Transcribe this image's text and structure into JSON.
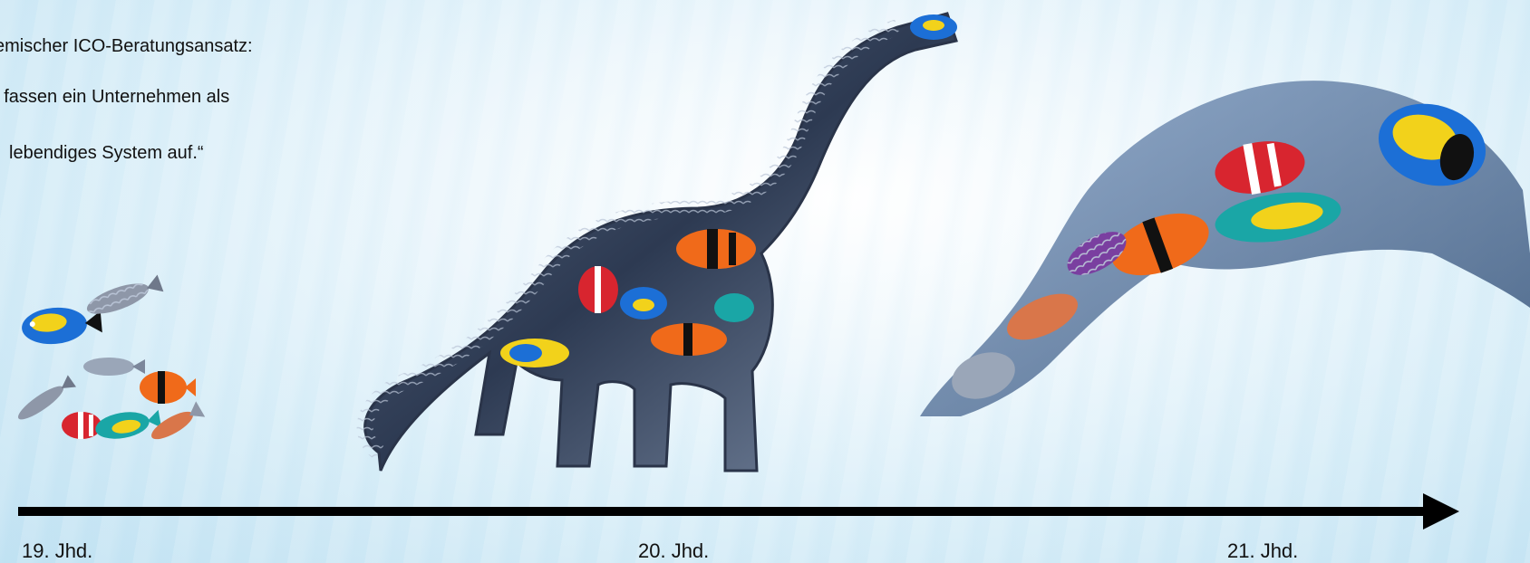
{
  "quote": {
    "line1": "emischer ICO-Beratungsansatz:",
    "line2": "r fassen ein Unternehmen als",
    "line3": "lebendiges System auf.“"
  },
  "timeline": {
    "labels": [
      "19. Jhd.",
      "20. Jhd.",
      "21. Jhd."
    ]
  },
  "colors": {
    "arrow": "#000000",
    "fish_blue": "#1c6fd6",
    "fish_yellow": "#f2d21b",
    "fish_orange": "#f06a1a",
    "fish_red": "#d8252f",
    "fish_gray": "#8e97a8",
    "fish_teal": "#1aa6a6"
  }
}
